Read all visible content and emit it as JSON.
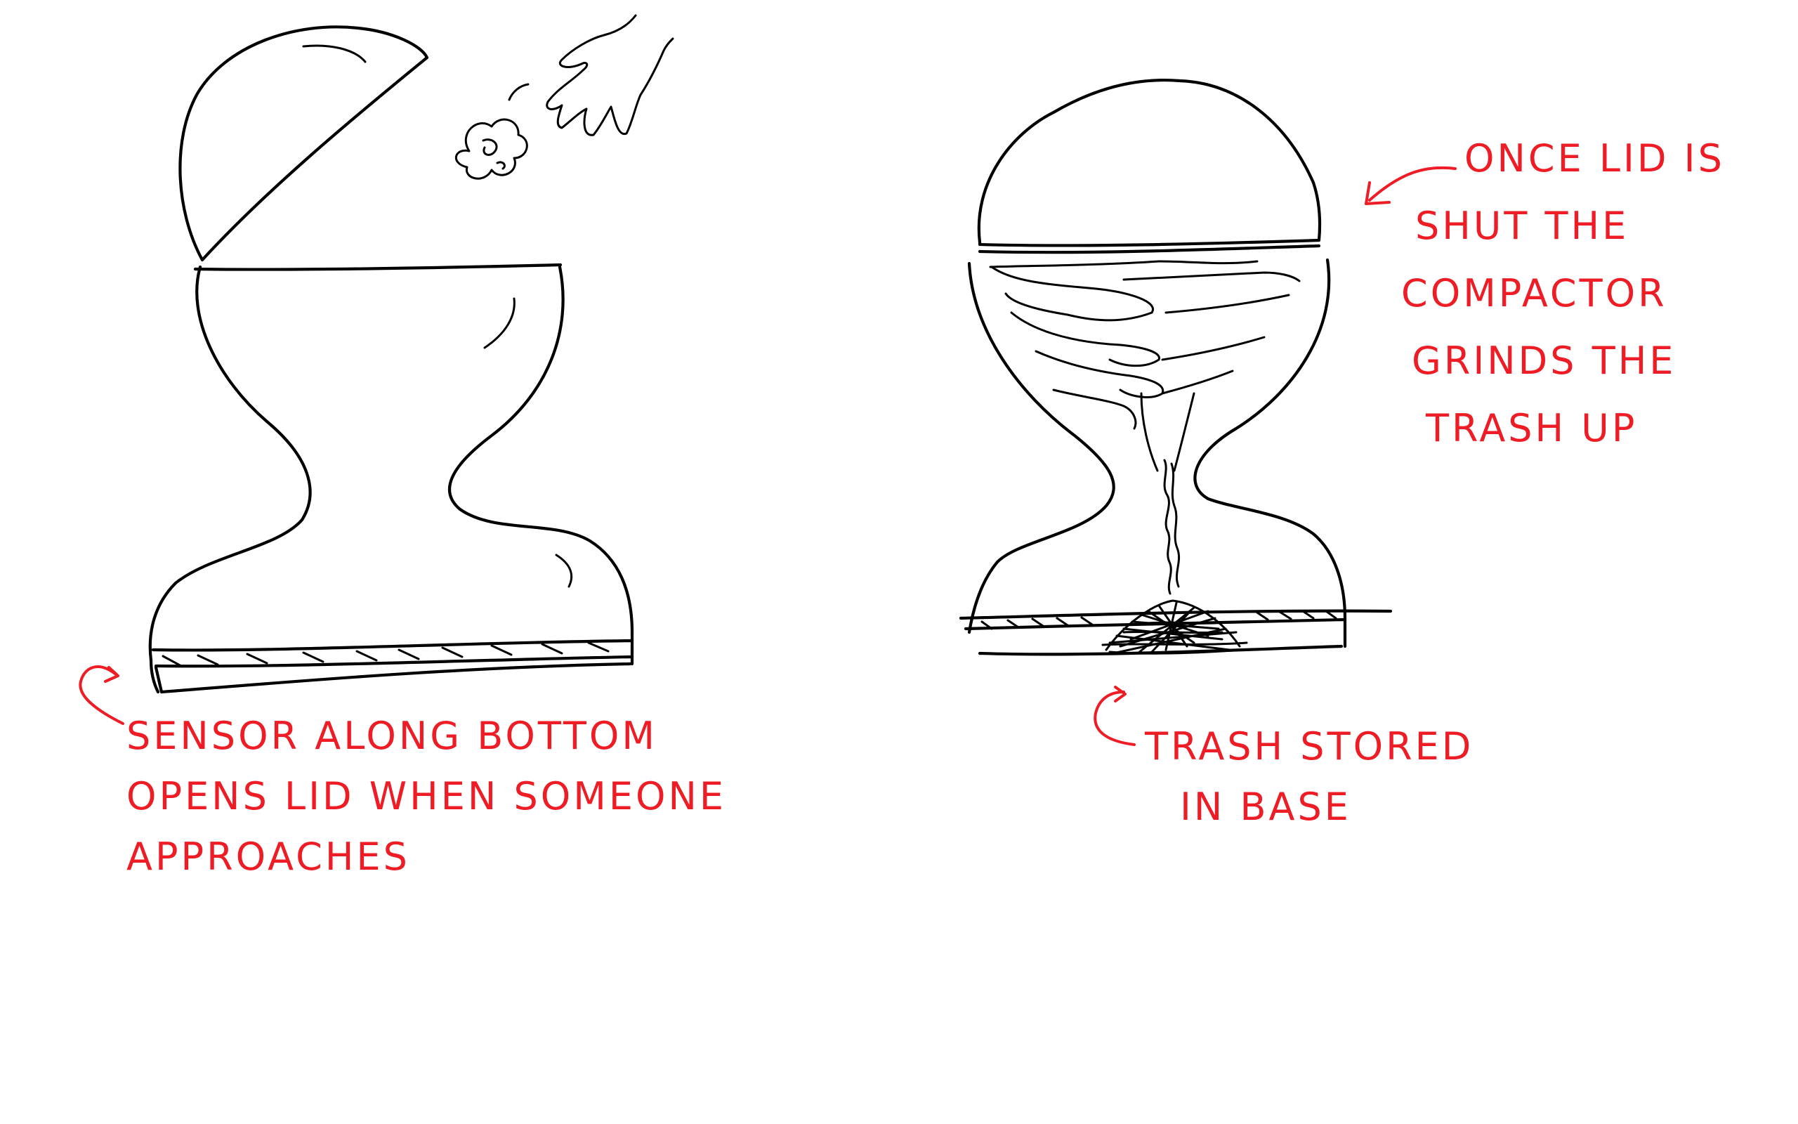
{
  "colors": {
    "ink": "#000000",
    "annotation": "#ee1c24",
    "background": "#ffffff"
  },
  "annotations": {
    "sensor": {
      "lines": [
        "SENSOR ALONG BOTTOM",
        "OPENS LID WHEN SOMEONE",
        "APPROACHES"
      ]
    },
    "compactor": {
      "lines": [
        "ONCE LID IS",
        "SHUT THE",
        "COMPACTOR",
        "GRINDS THE",
        "TRASH UP"
      ]
    },
    "storage": {
      "lines": [
        "TRASH STORED",
        "IN BASE"
      ]
    }
  }
}
